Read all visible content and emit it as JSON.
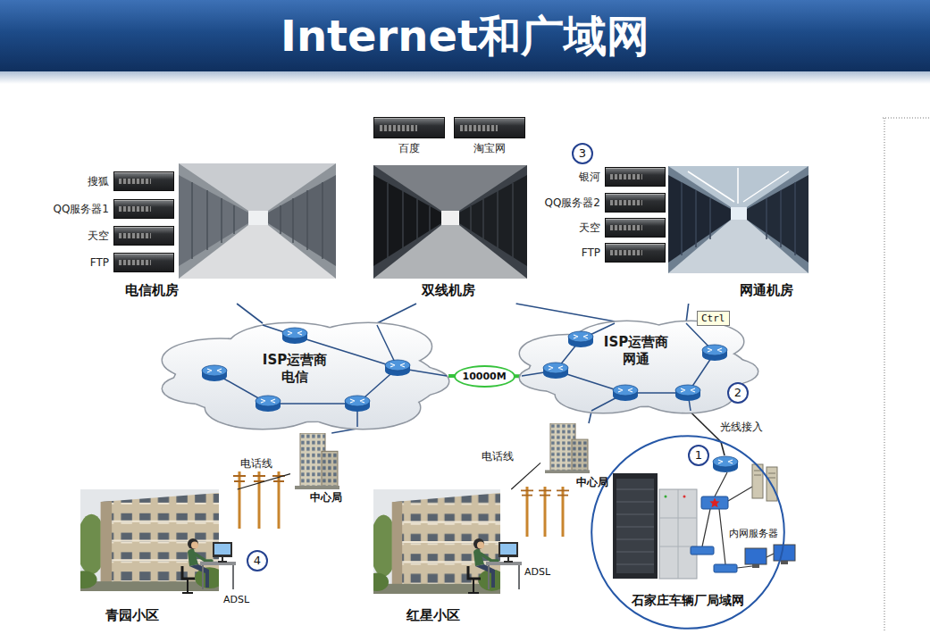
{
  "diagram": {
    "title": "Internet和广域网",
    "nodes": [
      {
        "text": [
          "电信机房"
        ]
      },
      {
        "text": [
          "搜狐"
        ],
        "in": 0
      },
      {
        "text": [
          "QQ服务器1"
        ],
        "in": 0
      },
      {
        "text": [
          "天空"
        ],
        "in": 0
      },
      {
        "text": [
          "FTP"
        ],
        "in": 0
      },
      {
        "text": [
          "双线机房"
        ]
      },
      {
        "text": [
          "百度"
        ],
        "in": 5
      },
      {
        "text": [
          "淘宝网"
        ],
        "in": 5
      },
      {
        "text": [
          "网通机房"
        ]
      },
      {
        "text": [
          "银河"
        ],
        "in": 8
      },
      {
        "text": [
          "QQ服务器2"
        ],
        "in": 8
      },
      {
        "text": [
          "天空"
        ],
        "in": 8
      },
      {
        "text": [
          "FTP"
        ],
        "in": 8
      },
      {
        "text": [
          "ISP运营商 电信"
        ]
      },
      {
        "text": [
          "ISP运营商 网通"
        ]
      },
      {
        "text": [
          "中心局"
        ]
      },
      {
        "text": [
          "中心局"
        ]
      },
      {
        "text": [
          "青园小区"
        ]
      },
      {
        "text": [
          "红星小区"
        ]
      },
      {
        "text": [
          "石家庄车辆厂局域网"
        ]
      },
      {
        "text": [
          "内网服务器"
        ],
        "in": 19
      }
    ],
    "edges": [
      {
        "from": 0,
        "to": 13,
        "arrow": "none"
      },
      {
        "from": 5,
        "to": 13,
        "arrow": "none"
      },
      {
        "from": 5,
        "to": 14,
        "arrow": "none"
      },
      {
        "from": 8,
        "to": 14,
        "arrow": "none"
      },
      {
        "from": 13,
        "to": 14,
        "label": "10000M",
        "arrow": "none"
      },
      {
        "from": 13,
        "to": 15,
        "arrow": "none"
      },
      {
        "from": 14,
        "to": 16,
        "arrow": "none"
      },
      {
        "from": 15,
        "to": 17,
        "label": "电话线",
        "arrow": "none"
      },
      {
        "from": 16,
        "to": 18,
        "label": "电话线",
        "arrow": "none"
      },
      {
        "from": 14,
        "to": 19,
        "label": "光线接入",
        "arrow": "none"
      }
    ],
    "labels": [
      "1",
      "2",
      "3",
      "4",
      "ADSL",
      "ADSL",
      "Ctrl"
    ]
  }
}
